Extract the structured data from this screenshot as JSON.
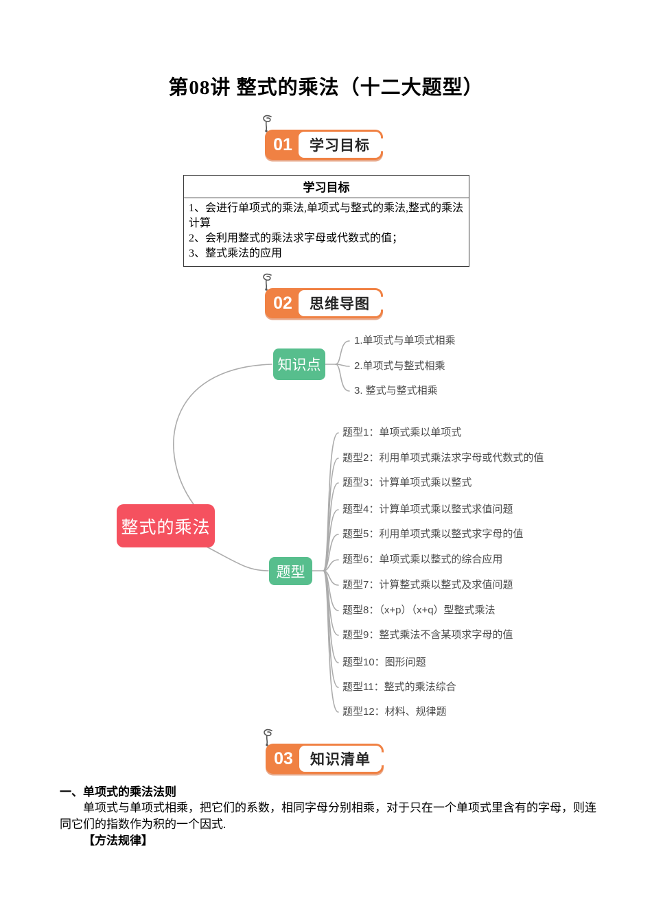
{
  "page": {
    "title": "第08讲 整式的乘法（十二大题型）"
  },
  "sections": [
    {
      "num": "01",
      "label": "学习目标"
    },
    {
      "num": "02",
      "label": "思维导图"
    },
    {
      "num": "03",
      "label": "知识清单"
    }
  ],
  "goals_box": {
    "header": "学习目标",
    "items": [
      "1、会进行单项式的乘法,单项式与整式的乘法,整式的乘法计算",
      "2、会利用整式的乘法求字母或代数式的值；",
      "3、整式乘法的应用"
    ]
  },
  "mindmap": {
    "root": "整式的乘法",
    "branches": [
      {
        "label": "知识点",
        "children": [
          "1.单项式与单项式相乘",
          "2.单项式与整式相乘",
          "3. 整式与整式相乘"
        ]
      },
      {
        "label": "题型",
        "children": [
          "题型1：单项式乘以单项式",
          "题型2：利用单项式乘法求字母或代数式的值",
          "题型3：计算单项式乘以整式",
          "题型4：计算单项式乘以整式求值问题",
          "题型5：利用单项式乘以整式求字母的值",
          "题型6：单项式乘以整式的综合应用",
          "题型7：计算整式乘以整式及求值问题",
          "题型8：（x+p）（x+q）型整式乘法",
          "题型9：整式乘法不含某项求字母的值",
          "题型10：图形问题",
          "题型11：整式的乘法综合",
          "题型12：材料、规律题"
        ]
      }
    ],
    "colors": {
      "root_bg": "#F5515F",
      "branch_bg": "#57BE8D",
      "badge_orange": "#F08143",
      "line": "#ACACAC"
    }
  },
  "knowledge_list": {
    "heading": "一、单项式的乘法法则",
    "paragraph": "单项式与单项式相乘，把它们的系数，相同字母分别相乘，对于只在一个单项式里含有的字母，则连同它们的指数作为积的一个因式.",
    "method_label": "【方法规律】"
  }
}
